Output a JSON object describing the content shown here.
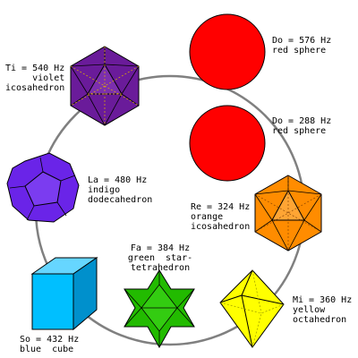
{
  "nodes": [
    {
      "id": "do-high",
      "lines": [
        "Do = 576 Hz",
        "red sphere"
      ],
      "solid": "sphere",
      "color": "#ff0000"
    },
    {
      "id": "do-low",
      "lines": [
        "Do = 288 Hz",
        "red sphere"
      ],
      "solid": "sphere",
      "color": "#ff0000"
    },
    {
      "id": "re",
      "lines": [
        "Re = 324 Hz",
        "orange",
        "icosahedron"
      ],
      "solid": "icosahedron",
      "color": "#ff8c00"
    },
    {
      "id": "mi",
      "lines": [
        "Mi = 360 Hz",
        "yellow",
        "octahedron"
      ],
      "solid": "octahedron",
      "color": "#ffff00"
    },
    {
      "id": "fa",
      "lines": [
        "Fa = 384 Hz",
        "green  star-",
        "tetrahedron"
      ],
      "solid": "star-tetrahedron",
      "color": "#22bb00"
    },
    {
      "id": "so",
      "lines": [
        "So = 432 Hz",
        "blue  cube"
      ],
      "solid": "cube",
      "color": "#00bfff"
    },
    {
      "id": "la",
      "lines": [
        "La = 480 Hz",
        "indigo",
        "dodecahedron"
      ],
      "solid": "dodecahedron",
      "color": "#6a24e8"
    },
    {
      "id": "ti",
      "lines": [
        "Ti = 540 Hz",
        "violet",
        "icosahedron"
      ],
      "solid": "icosahedron",
      "color": "#6a1b9a"
    }
  ],
  "connector_color": "#808080"
}
